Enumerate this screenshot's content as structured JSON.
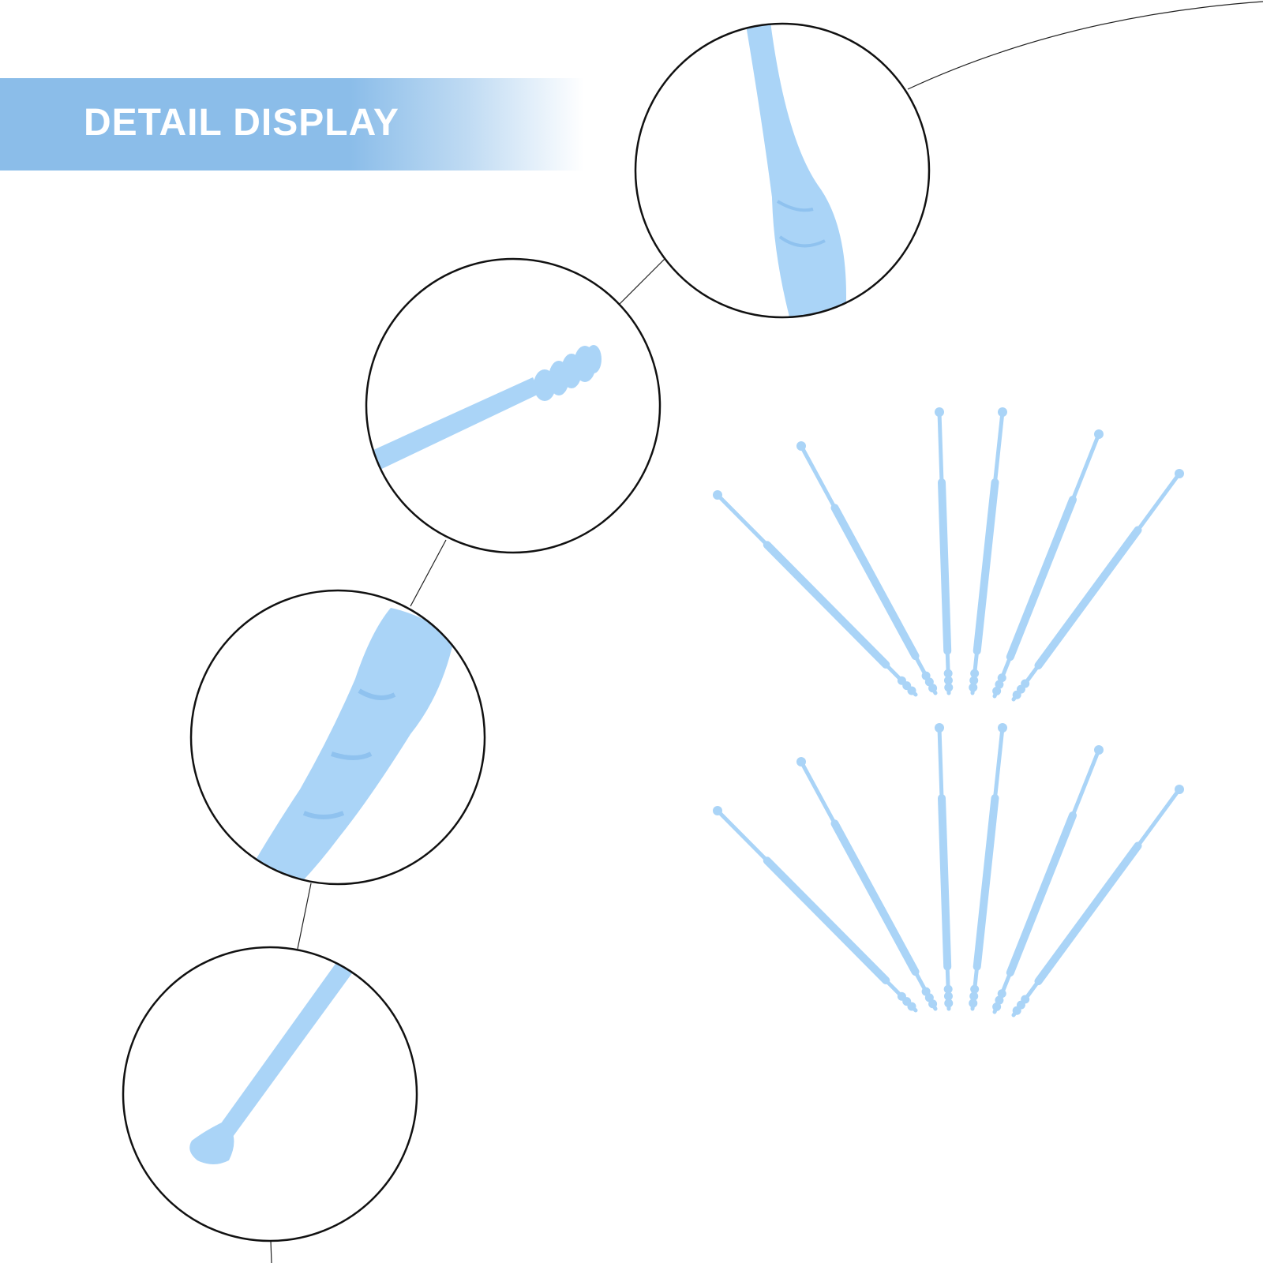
{
  "banner": {
    "title": "DETAIL DISPLAY",
    "color": "#8bbde9"
  },
  "product": {
    "color": "#aad4f7",
    "shade": "#8fc2ef",
    "detail_views": [
      "handle-bend",
      "spiral-tip",
      "twisted-shaft",
      "scoop-tip"
    ],
    "sets": 2,
    "sticks_per_set": 6
  }
}
